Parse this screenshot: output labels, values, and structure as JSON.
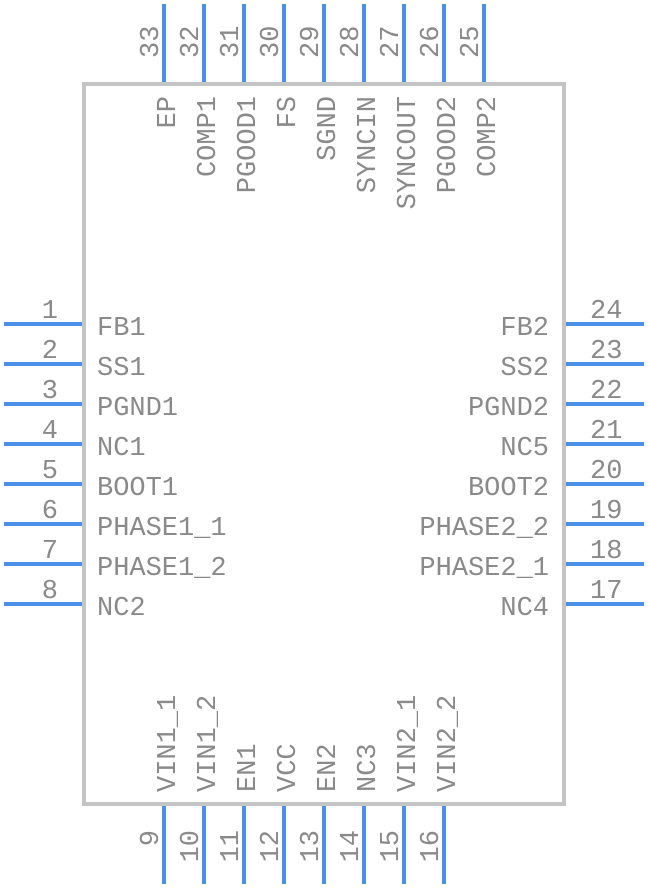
{
  "left_pins": [
    {
      "number": "1",
      "name": "FB1"
    },
    {
      "number": "2",
      "name": "SS1"
    },
    {
      "number": "3",
      "name": "PGND1"
    },
    {
      "number": "4",
      "name": "NC1"
    },
    {
      "number": "5",
      "name": "BOOT1"
    },
    {
      "number": "6",
      "name": "PHASE1_1"
    },
    {
      "number": "7",
      "name": "PHASE1_2"
    },
    {
      "number": "8",
      "name": "NC2"
    }
  ],
  "bottom_pins": [
    {
      "number": "9",
      "name": "VIN1_1"
    },
    {
      "number": "10",
      "name": "VIN1_2"
    },
    {
      "number": "11",
      "name": "EN1"
    },
    {
      "number": "12",
      "name": "VCC"
    },
    {
      "number": "13",
      "name": "EN2"
    },
    {
      "number": "14",
      "name": "NC3"
    },
    {
      "number": "15",
      "name": "VIN2_1"
    },
    {
      "number": "16",
      "name": "VIN2_2"
    }
  ],
  "right_pins": [
    {
      "number": "24",
      "name": "FB2"
    },
    {
      "number": "23",
      "name": "SS2"
    },
    {
      "number": "22",
      "name": "PGND2"
    },
    {
      "number": "21",
      "name": "NC5"
    },
    {
      "number": "20",
      "name": "BOOT2"
    },
    {
      "number": "19",
      "name": "PHASE2_2"
    },
    {
      "number": "18",
      "name": "PHASE2_1"
    },
    {
      "number": "17",
      "name": "NC4"
    }
  ],
  "top_pins": [
    {
      "number": "33",
      "name": "EP"
    },
    {
      "number": "32",
      "name": "COMP1"
    },
    {
      "number": "31",
      "name": "PGOOD1"
    },
    {
      "number": "30",
      "name": "FS"
    },
    {
      "number": "29",
      "name": "SGND"
    },
    {
      "number": "28",
      "name": "SYNCIN"
    },
    {
      "number": "27",
      "name": "SYNCOUT"
    },
    {
      "number": "26",
      "name": "PGOOD2"
    },
    {
      "number": "25",
      "name": "COMP2"
    }
  ],
  "colors": {
    "pin": "#4a8fe8",
    "body": "#c4c4c4",
    "text": "#8a8a8a"
  }
}
